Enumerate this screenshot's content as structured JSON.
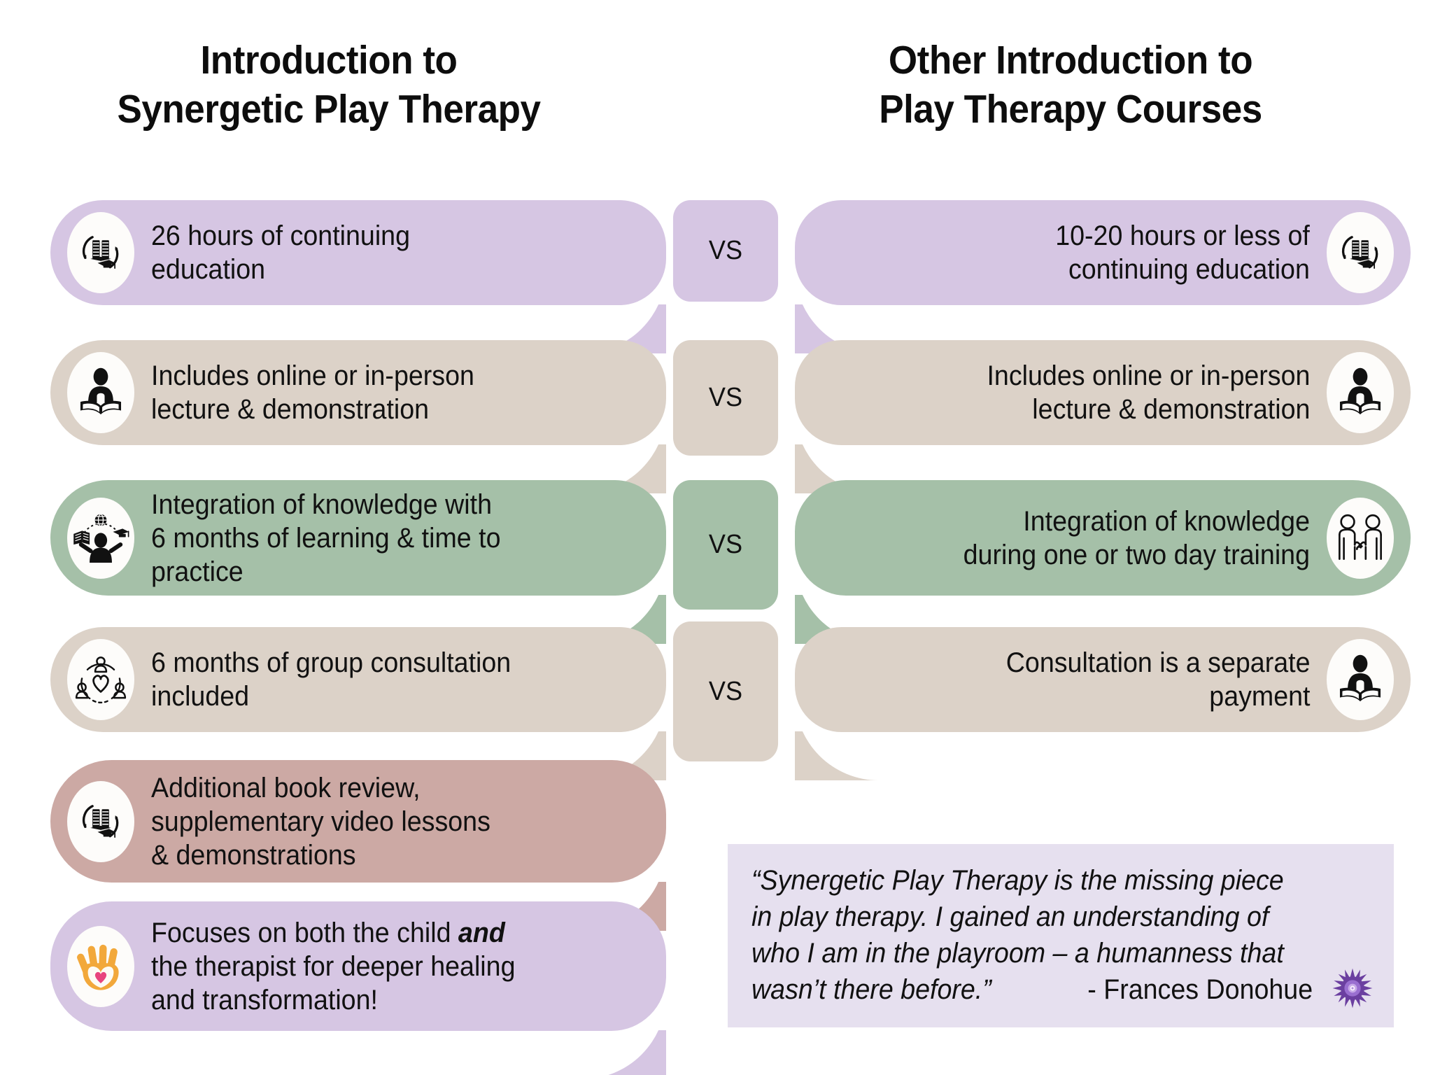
{
  "headings": {
    "left": "Introduction to\nSynergetic Play Therapy",
    "right": "Other Introduction to\nPlay Therapy Courses"
  },
  "colors": {
    "lavender": "#D6C6E3",
    "beige": "#DCD2C8",
    "green": "#A5C0A8",
    "rose": "#CCA9A4",
    "lavender_light": "#E6E0EF",
    "quote_flower": "#6B3FA0",
    "hand_orange": "#F2A83B",
    "heart_pink": "#E8447E",
    "icon_black": "#111111",
    "page_background": "#FFFFFF"
  },
  "vs_label": "VS",
  "rows": [
    {
      "color_key": "lavender",
      "vs": "VS",
      "left": {
        "text": "26 hours of continuing\neducation",
        "icon": "book-graduation-cycle-icon"
      },
      "right": {
        "text": "10-20 hours or less of\ncontinuing education",
        "icon": "book-graduation-cycle-icon"
      }
    },
    {
      "color_key": "beige",
      "vs": "VS",
      "left": {
        "text": "Includes online or in-person\nlecture & demonstration",
        "icon": "person-reading-book-icon"
      },
      "right": {
        "text": "Includes online or in-person\nlecture & demonstration",
        "icon": "person-reading-book-icon"
      }
    },
    {
      "color_key": "green",
      "vs": "VS",
      "left": {
        "text": "Integration of knowledge with\n6 months of learning & time to\npractice",
        "icon": "person-knowledge-globe-icon"
      },
      "right": {
        "text": "Integration of knowledge\nduring one or two day training",
        "icon": "handshake-two-people-icon"
      }
    },
    {
      "color_key": "beige",
      "vs": "VS",
      "left": {
        "text": "6 months of group consultation\nincluded",
        "icon": "group-heart-consultation-icon"
      },
      "right": {
        "text": "Consultation is a separate\npayment",
        "icon": "person-reading-book-icon"
      }
    },
    {
      "color_key": "rose",
      "vs": null,
      "left": {
        "text": "Additional book review,\nsupplementary video lessons\n& demonstrations",
        "icon": "book-graduation-cycle-icon"
      },
      "right": null
    },
    {
      "color_key": "lavender",
      "vs": null,
      "left": {
        "text_before": "Focuses on both the child ",
        "text_emphasis": "and",
        "text_after": "\nthe therapist for deeper healing\nand transformation!",
        "icon": "hand-heart-icon"
      },
      "right": null
    }
  ],
  "quote": {
    "text": "“Synergetic Play Therapy is the missing piece\nin play therapy. I gained an understanding of\nwho I am in the playroom – a humanness that\nwasn’t there before.”",
    "attribution": "- Frances Donohue",
    "logo_icon": "purple-flower-mandala-icon"
  }
}
